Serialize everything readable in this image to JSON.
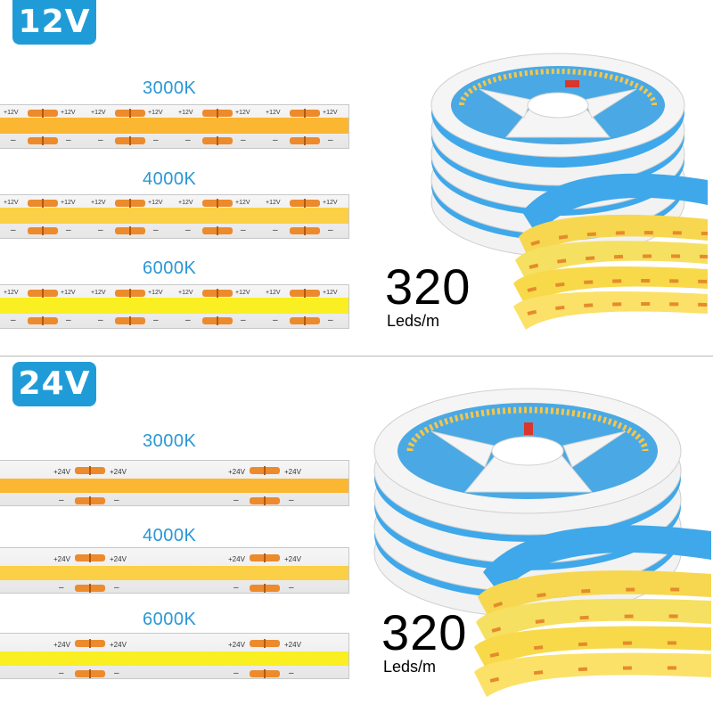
{
  "sections": [
    {
      "voltage": "12V",
      "strips": [
        {
          "temp": "3000K",
          "band_color": "#fbb632"
        },
        {
          "temp": "4000K",
          "band_color": "#fbd046"
        },
        {
          "temp": "6000K",
          "band_color": "#f9ef22"
        }
      ],
      "plus_label": "+12V",
      "minus_label": "–",
      "density_value": "320",
      "density_unit": "Leds/m"
    },
    {
      "voltage": "24V",
      "strips": [
        {
          "temp": "3000K",
          "band_color": "#fbb632"
        },
        {
          "temp": "4000K",
          "band_color": "#fbd046"
        },
        {
          "temp": "6000K",
          "band_color": "#f9ef22"
        }
      ],
      "plus_label": "+24V",
      "minus_label": "–",
      "density_value": "320",
      "density_unit": "Leds/m"
    }
  ],
  "colors": {
    "badge": "#1f9cd8",
    "temp_text": "#2a97d6",
    "pad": "#ec8a2c",
    "reel_tape": "#3fa8ea"
  },
  "icons": [
    "led-reel-image"
  ]
}
